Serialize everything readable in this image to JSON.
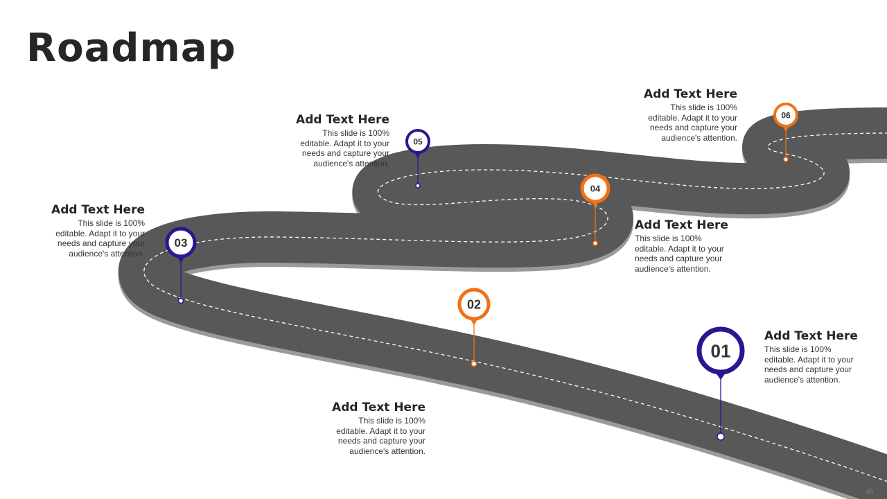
{
  "title": "Roadmap",
  "colors": {
    "road": "#585858",
    "road_shadow": "#9a9a9a",
    "center_line": "#ffffff",
    "purple": "#2a1790",
    "orange": "#f07215"
  },
  "milestones": [
    {
      "label": "01",
      "color": "purple",
      "heading": "Add Text Here",
      "body": "This slide is 100% editable. Adapt it to your needs and capture your audience's attention."
    },
    {
      "label": "02",
      "color": "orange",
      "heading": "Add Text Here",
      "body": "This slide is 100% editable. Adapt it to your needs and capture your audience's attention."
    },
    {
      "label": "03",
      "color": "purple",
      "heading": "Add Text Here",
      "body": "This slide is 100% editable. Adapt it to your needs and capture your audience's attention."
    },
    {
      "label": "04",
      "color": "orange",
      "heading": "Add Text Here",
      "body": "This slide is 100% editable. Adapt it to your needs and capture your audience's attention."
    },
    {
      "label": "05",
      "color": "purple",
      "heading": "Add Text Here",
      "body": "This slide is 100% editable. Adapt it to your needs and capture your audience's attention."
    },
    {
      "label": "06",
      "color": "orange",
      "heading": "Add Text Here",
      "body": "This slide is 100% editable. Adapt it to your needs and capture your audience's attention."
    }
  ],
  "page_number": "65"
}
